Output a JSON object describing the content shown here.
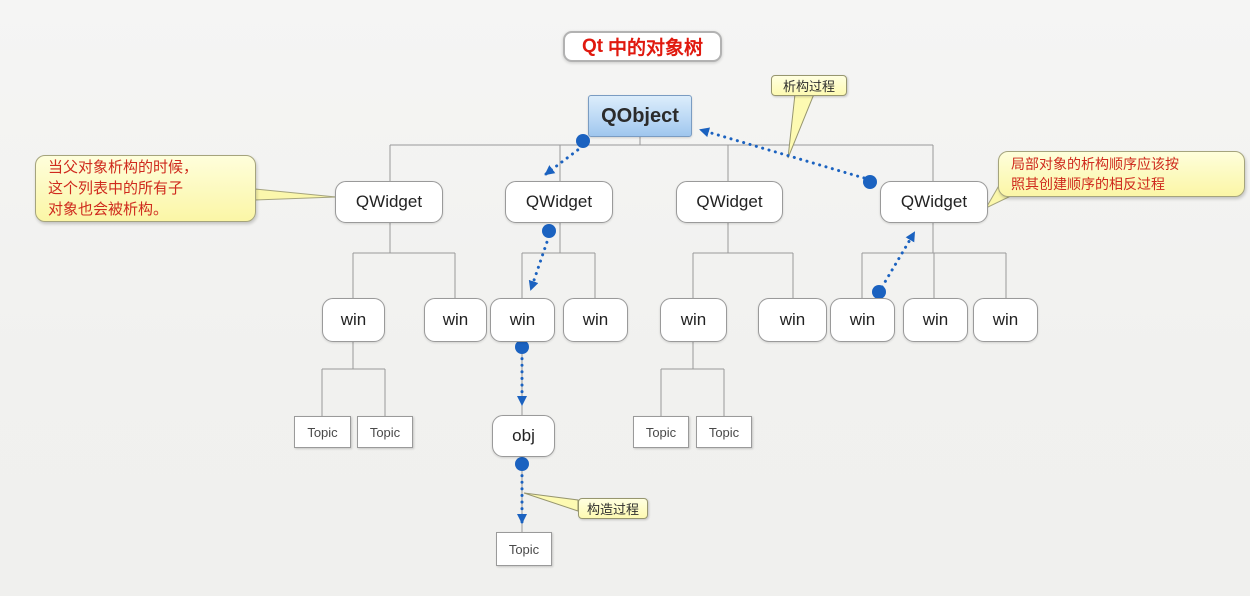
{
  "title": {
    "qt": "Qt",
    "rest": "中的对象树"
  },
  "nodes": {
    "root": "QObject",
    "widget": "QWidget",
    "window": "win",
    "object": "obj",
    "topic": "Topic"
  },
  "callouts": {
    "destruct": "析构过程",
    "construct": "构造过程",
    "parent_destruct_note": "当父对象析构的时候，\n这个列表中的所有子\n对象也会被析构。",
    "local_order_note": "局部对象的析构顺序应该按\n照其创建顺序的相反过程"
  },
  "colors": {
    "accent_blue": "#1b62c0",
    "connector_gray": "#999999",
    "callout_yellow": "#fdfab2",
    "note_text_red": "#cf2a1d",
    "title_text_red": "#e0190f",
    "root_fill_top": "#dcedfb",
    "root_fill_bottom": "#9fc6ee"
  }
}
